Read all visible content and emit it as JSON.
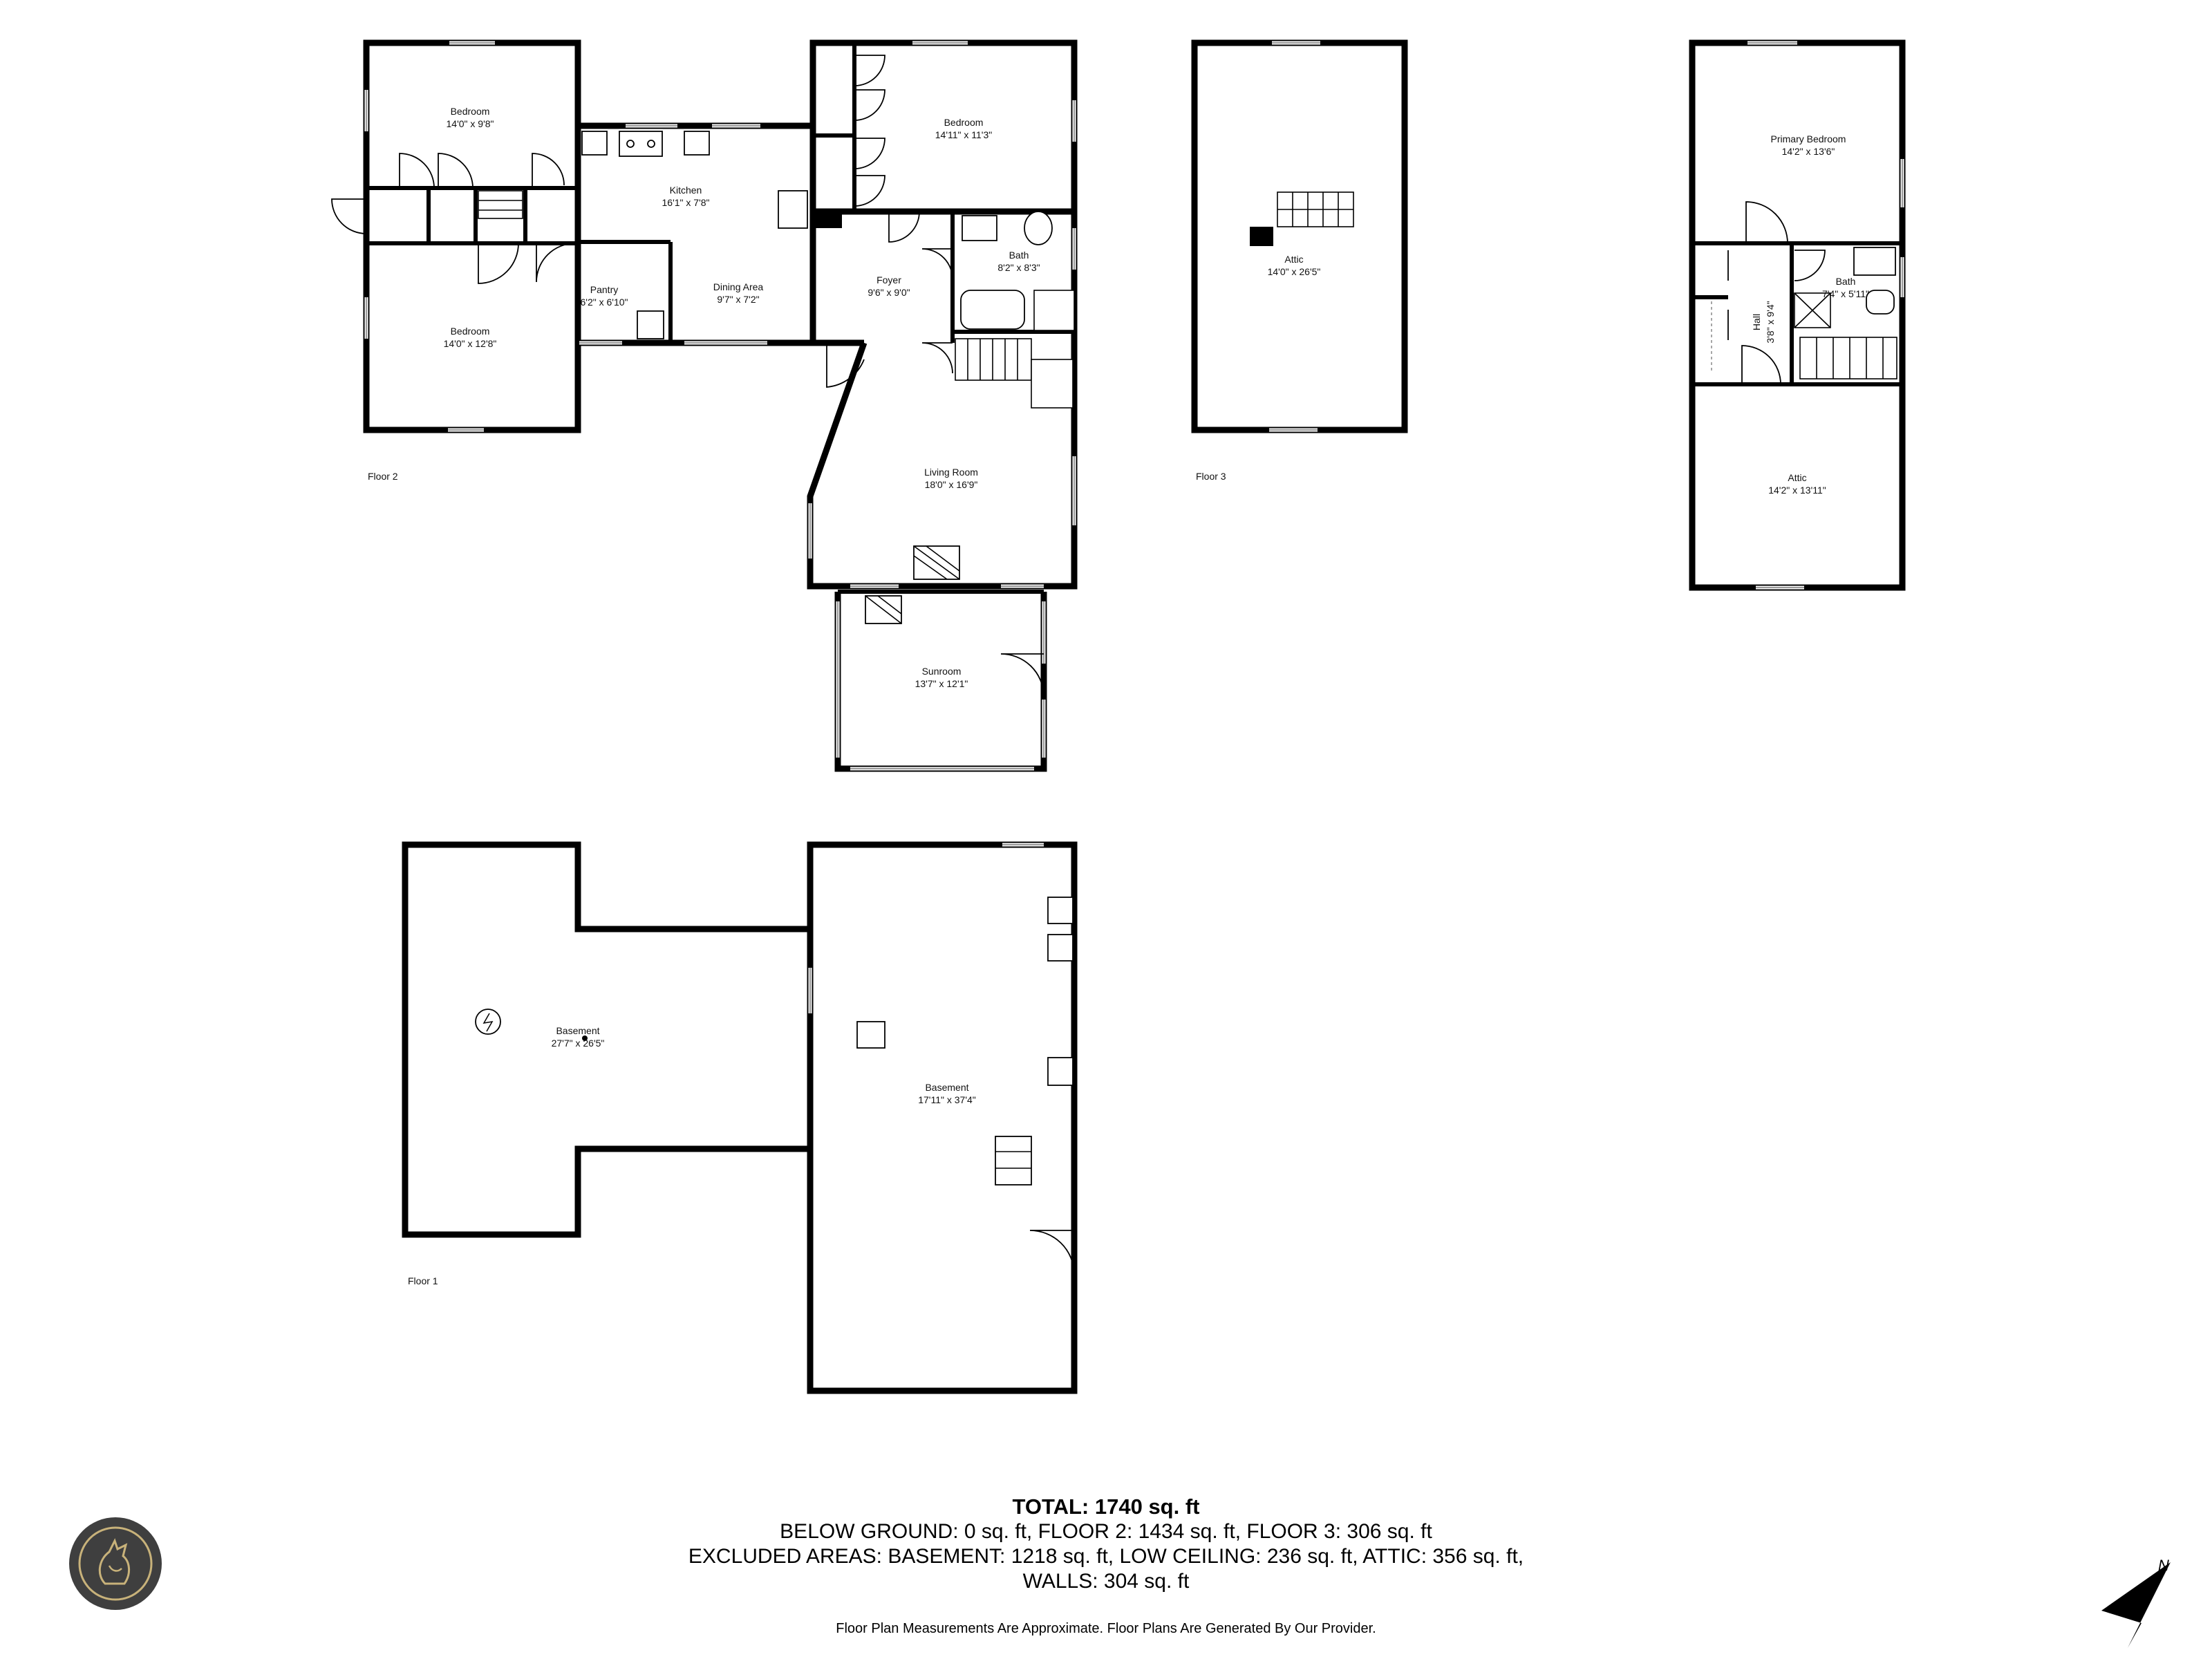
{
  "floors": {
    "floor2": "Floor 2",
    "floor3": "Floor 3",
    "floor1": "Floor 1"
  },
  "rooms": {
    "bedroom_nw": {
      "name": "Bedroom",
      "dims": "14'0\" x 9'8\""
    },
    "bedroom_sw": {
      "name": "Bedroom",
      "dims": "14'0\" x 12'8\""
    },
    "kitchen": {
      "name": "Kitchen",
      "dims": "16'1\" x 7'8\""
    },
    "pantry": {
      "name": "Pantry",
      "dims": "6'2\" x 6'10\""
    },
    "dining": {
      "name": "Dining Area",
      "dims": "9'7\" x 7'2\""
    },
    "bedroom_ne": {
      "name": "Bedroom",
      "dims": "14'11\" x 11'3\""
    },
    "foyer": {
      "name": "Foyer",
      "dims": "9'6\" x 9'0\""
    },
    "bath_f2": {
      "name": "Bath",
      "dims": "8'2\" x 8'3\""
    },
    "living": {
      "name": "Living Room",
      "dims": "18'0\" x 16'9\""
    },
    "sunroom": {
      "name": "Sunroom",
      "dims": "13'7\" x 12'1\""
    },
    "attic_f3": {
      "name": "Attic",
      "dims": "14'0\" x 26'5\""
    },
    "primary_bedroom": {
      "name": "Primary Bedroom",
      "dims": "14'2\" x 13'6\""
    },
    "hall": {
      "name": "Hall",
      "dims": "3'8\" x 9'4\""
    },
    "bath_upper": {
      "name": "Bath",
      "dims": "7'4\" x 5'11\""
    },
    "attic_upper": {
      "name": "Attic",
      "dims": "14'2\" x 13'11\""
    },
    "basement_w": {
      "name": "Basement",
      "dims": "27'7\" x 26'5\""
    },
    "basement_e": {
      "name": "Basement",
      "dims": "17'11\" x 37'4\""
    }
  },
  "summary": {
    "total": "TOTAL: 1740 sq. ft",
    "line1": "BELOW GROUND: 0 sq. ft, FLOOR 2: 1434 sq. ft, FLOOR 3: 306 sq. ft",
    "line2": "EXCLUDED AREAS: BASEMENT: 1218 sq. ft, LOW CEILING: 236 sq. ft, ATTIC: 356 sq. ft,",
    "line3": "WALLS: 304 sq. ft"
  },
  "disclaimer": "Floor Plan Measurements Are Approximate. Floor Plans Are Generated By Our Provider.",
  "compass": {
    "label": "N",
    "icon": "north-arrow-icon"
  },
  "logo": {
    "icon": "wolf-logo-icon",
    "colors": {
      "bg": "#3f3f3f",
      "ring": "#c8b27a"
    }
  }
}
